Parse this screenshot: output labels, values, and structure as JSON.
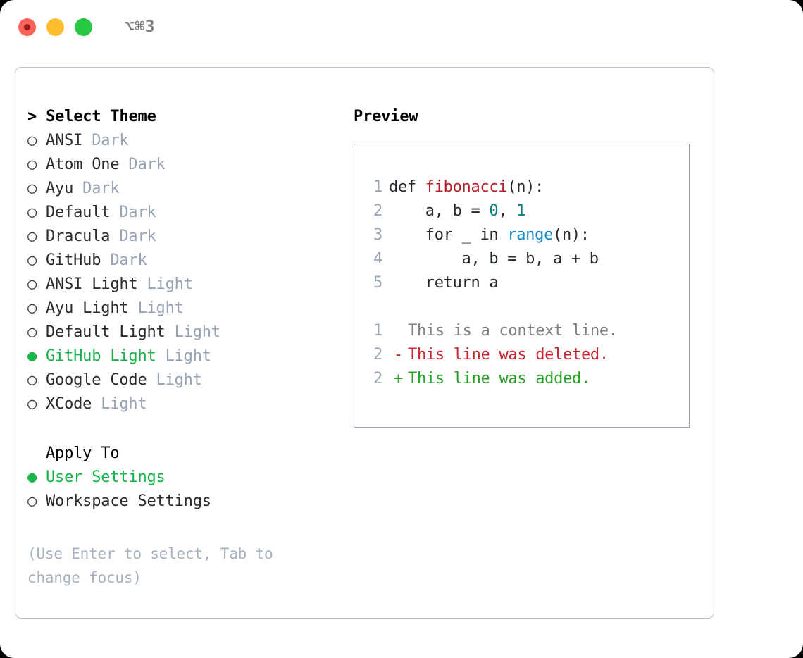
{
  "titlebar": {
    "lights": [
      {
        "name": "close-button",
        "color": "#ff6159"
      },
      {
        "name": "minimize-button",
        "color": "#ffbd2e"
      },
      {
        "name": "maximize-button",
        "color": "#28c840"
      }
    ],
    "shortcut": "⌥⌘3"
  },
  "theme_picker": {
    "header": "> Select Theme",
    "selected_marker": "●",
    "unselected_marker": "○",
    "options": [
      {
        "label": "ANSI",
        "badge": "Dark",
        "selected": false
      },
      {
        "label": "Atom One",
        "badge": "Dark",
        "selected": false
      },
      {
        "label": "Ayu",
        "badge": "Dark",
        "selected": false
      },
      {
        "label": "Default",
        "badge": "Dark",
        "selected": false
      },
      {
        "label": "Dracula",
        "badge": "Dark",
        "selected": false
      },
      {
        "label": "GitHub",
        "badge": "Dark",
        "selected": false
      },
      {
        "label": "ANSI Light",
        "badge": "Light",
        "selected": false
      },
      {
        "label": "Ayu Light",
        "badge": "Light",
        "selected": false
      },
      {
        "label": "Default Light",
        "badge": "Light",
        "selected": false
      },
      {
        "label": "GitHub Light",
        "badge": "Light",
        "selected": true
      },
      {
        "label": "Google Code",
        "badge": "Light",
        "selected": false
      },
      {
        "label": "XCode",
        "badge": "Light",
        "selected": false
      }
    ]
  },
  "apply_to": {
    "header": "Apply To",
    "options": [
      {
        "label": "User Settings",
        "selected": true
      },
      {
        "label": "Workspace Settings",
        "selected": false
      }
    ]
  },
  "hint": "(Use Enter to select, Tab to change focus)",
  "preview": {
    "title": "Preview",
    "code_lines": [
      {
        "no": "1",
        "tokens": [
          {
            "t": "def ",
            "c": "tok-def"
          },
          {
            "t": "fibonacci",
            "c": "tok-fn"
          },
          {
            "t": "(n):",
            "c": "tok-plain"
          }
        ]
      },
      {
        "no": "2",
        "tokens": [
          {
            "t": "    a, b = ",
            "c": "tok-plain"
          },
          {
            "t": "0",
            "c": "tok-num"
          },
          {
            "t": ", ",
            "c": "tok-plain"
          },
          {
            "t": "1",
            "c": "tok-num"
          }
        ]
      },
      {
        "no": "3",
        "tokens": [
          {
            "t": "    for _ in ",
            "c": "tok-plain"
          },
          {
            "t": "range",
            "c": "tok-call"
          },
          {
            "t": "(n):",
            "c": "tok-plain"
          }
        ]
      },
      {
        "no": "4",
        "tokens": [
          {
            "t": "        a, b = b, a + b",
            "c": "tok-plain"
          }
        ]
      },
      {
        "no": "5",
        "tokens": [
          {
            "t": "    return a",
            "c": "tok-plain"
          }
        ]
      }
    ],
    "diff_lines": [
      {
        "no": "1",
        "mark": " ",
        "text": "This is a context line.",
        "kind": "diff-ctx"
      },
      {
        "no": "2",
        "mark": "-",
        "text": "This line was deleted.",
        "kind": "diff-del"
      },
      {
        "no": "2",
        "mark": "+",
        "text": "This line was added.",
        "kind": "diff-add"
      }
    ]
  },
  "colors": {
    "accent_green": "#17b34a",
    "badge_gray": "#97a3b4",
    "hint_gray": "#a5b1c0",
    "panel_border": "#b9c2cd",
    "preview_border": "#98a4b3",
    "diff_added": "#22a322",
    "diff_deleted": "#cb2431",
    "syntax_function": "#b31d28",
    "syntax_number": "#087f7f",
    "syntax_call": "#1288c4"
  }
}
